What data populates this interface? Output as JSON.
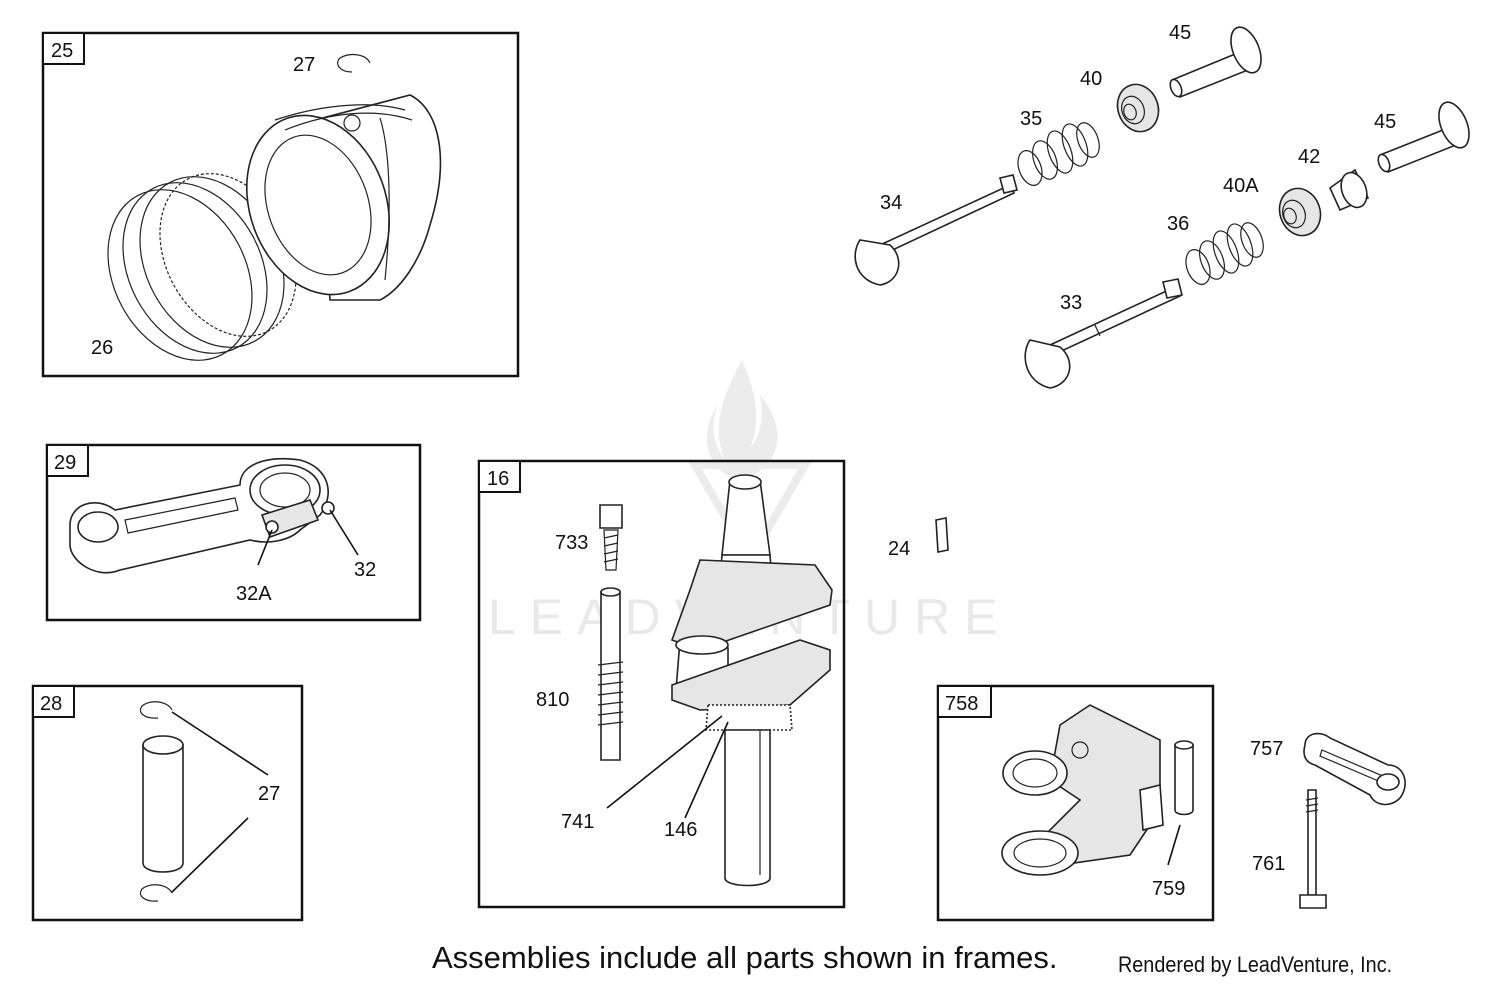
{
  "frames": [
    {
      "id": "25"
    },
    {
      "id": "29"
    },
    {
      "id": "28"
    },
    {
      "id": "16"
    },
    {
      "id": "758"
    }
  ],
  "callouts": {
    "c27a": "27",
    "c26": "26",
    "c32": "32",
    "c32a": "32A",
    "c27b": "27",
    "c733": "733",
    "c810": "810",
    "c741": "741",
    "c146": "146",
    "c24": "24",
    "c759": "759",
    "c757": "757",
    "c761": "761",
    "c45a": "45",
    "c40": "40",
    "c35": "35",
    "c34": "34",
    "c45b": "45",
    "c42": "42",
    "c40a": "40A",
    "c36": "36",
    "c33": "33"
  },
  "footer_note": "Assemblies include all parts shown in frames.",
  "credit": "Rendered by LeadVenture, Inc.",
  "watermark_text": "LEADVENTURE",
  "colors": {
    "line": "#111111",
    "watermark": "#e9e9e9"
  }
}
